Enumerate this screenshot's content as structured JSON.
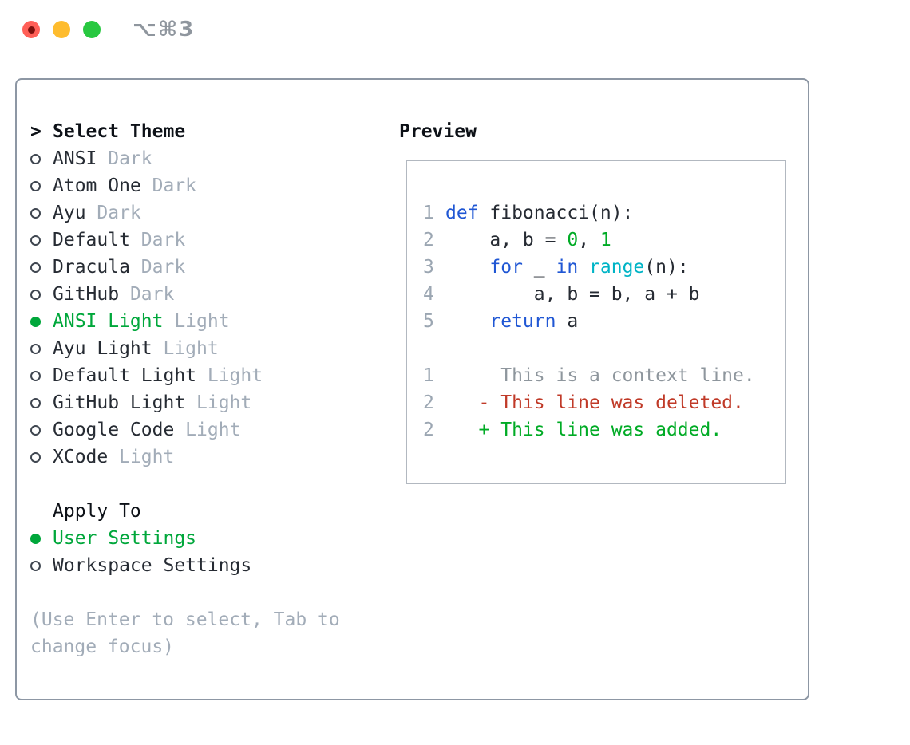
{
  "window": {
    "title": "⌥⌘3"
  },
  "titlebar": {
    "buttons": [
      "close",
      "minimize",
      "zoom"
    ]
  },
  "colors": {
    "window_bg": "#ffffff",
    "titlebar_glyphs": "#8f969e",
    "traffic_red": "#ff5f57",
    "traffic_red_dot": "#7d100c",
    "traffic_yellow": "#febc2e",
    "traffic_green": "#28c840",
    "panel_border": "#8d97a4",
    "preview_border": "#b2b8c0",
    "text": "#262b33",
    "heading": "#0d1117",
    "muted": "#a2acb8",
    "accent_green": "#00a73b",
    "code_keyword": "#2057d4",
    "code_builtin": "#00b4c6",
    "code_number": "#00ab25",
    "diff_context": "#8e969d",
    "diff_deleted": "#c03a28",
    "diff_added": "#00ab25",
    "line_number": "#9ba6b2",
    "radio_outline": "#3f4650"
  },
  "theme_picker": {
    "prompt_char": ">",
    "title": "Select Theme",
    "items": [
      {
        "name": "ANSI",
        "variant": "Dark",
        "selected": false
      },
      {
        "name": "Atom One",
        "variant": "Dark",
        "selected": false
      },
      {
        "name": "Ayu",
        "variant": "Dark",
        "selected": false
      },
      {
        "name": "Default",
        "variant": "Dark",
        "selected": false
      },
      {
        "name": "Dracula",
        "variant": "Dark",
        "selected": false
      },
      {
        "name": "GitHub",
        "variant": "Dark",
        "selected": false
      },
      {
        "name": "ANSI Light",
        "variant": "Light",
        "selected": true
      },
      {
        "name": "Ayu Light",
        "variant": "Light",
        "selected": false
      },
      {
        "name": "Default Light",
        "variant": "Light",
        "selected": false
      },
      {
        "name": "GitHub Light",
        "variant": "Light",
        "selected": false
      },
      {
        "name": "Google Code",
        "variant": "Light",
        "selected": false
      },
      {
        "name": "XCode",
        "variant": "Light",
        "selected": false
      }
    ]
  },
  "apply_to": {
    "title": "Apply To",
    "options": [
      {
        "label": "User Settings",
        "selected": true
      },
      {
        "label": "Workspace Settings",
        "selected": false
      }
    ]
  },
  "hint": "(Use Enter to select, Tab to change focus)",
  "preview": {
    "title": "Preview",
    "code_lines": [
      {
        "num": "1",
        "segments": [
          {
            "t": "def",
            "c": "kw"
          },
          {
            "t": " fibonacci(n):",
            "c": "fg"
          }
        ]
      },
      {
        "num": "2",
        "segments": [
          {
            "t": "    a, b = ",
            "c": "fg"
          },
          {
            "t": "0",
            "c": "green"
          },
          {
            "t": ", ",
            "c": "fg"
          },
          {
            "t": "1",
            "c": "green"
          }
        ]
      },
      {
        "num": "3",
        "segments": [
          {
            "t": "    ",
            "c": "fg"
          },
          {
            "t": "for",
            "c": "kw"
          },
          {
            "t": " _ ",
            "c": "fg"
          },
          {
            "t": "in",
            "c": "kw"
          },
          {
            "t": " ",
            "c": "fg"
          },
          {
            "t": "range",
            "c": "cyan"
          },
          {
            "t": "(n):",
            "c": "fg"
          }
        ]
      },
      {
        "num": "4",
        "segments": [
          {
            "t": "        a, b = b, a + b",
            "c": "fg"
          }
        ]
      },
      {
        "num": "5",
        "segments": [
          {
            "t": "    ",
            "c": "fg"
          },
          {
            "t": "return",
            "c": "kw"
          },
          {
            "t": " a",
            "c": "fg"
          }
        ]
      }
    ],
    "diff_lines": [
      {
        "num": "1",
        "segments": [
          {
            "t": "     This is a context line.",
            "c": "ctx"
          }
        ]
      },
      {
        "num": "2",
        "segments": [
          {
            "t": "   - This line was deleted.",
            "c": "del"
          }
        ]
      },
      {
        "num": "2",
        "segments": [
          {
            "t": "   + This line was added.",
            "c": "add"
          }
        ]
      }
    ]
  }
}
